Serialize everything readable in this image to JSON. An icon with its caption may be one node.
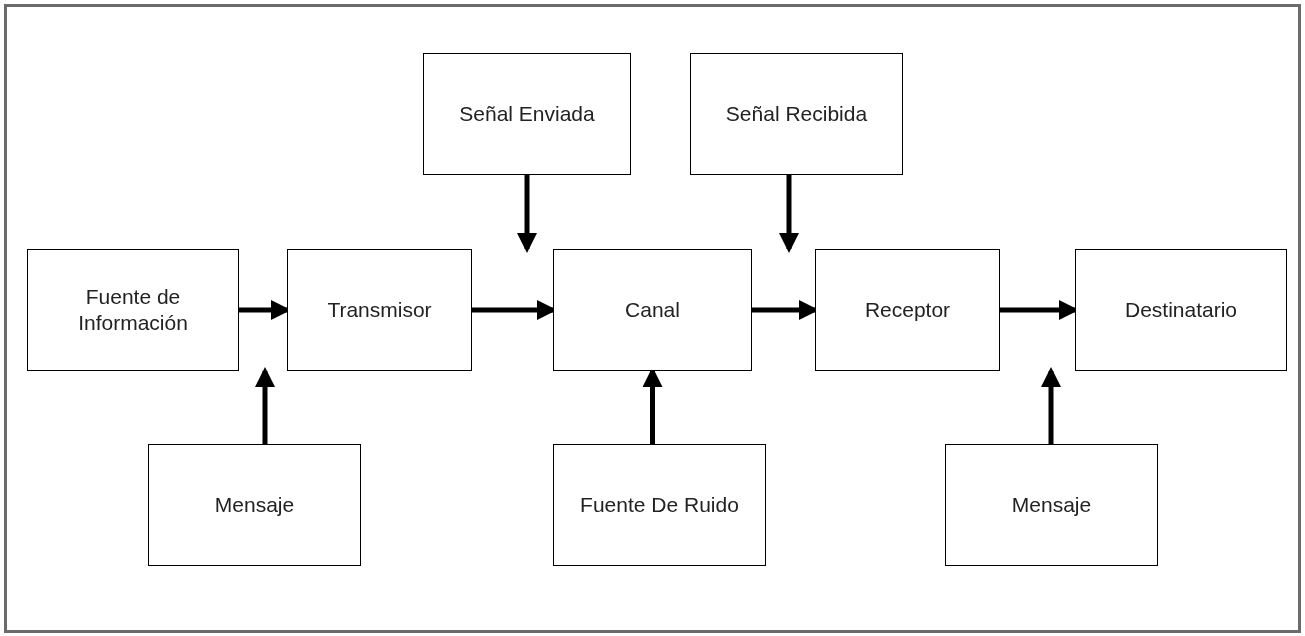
{
  "diagram": {
    "nodes": [
      {
        "text": [
          "Señal Enviada"
        ]
      },
      {
        "text": [
          "Señal Recibida"
        ]
      },
      {
        "text": [
          "Fuente de Información"
        ]
      },
      {
        "text": [
          "Transmisor"
        ]
      },
      {
        "text": [
          "Canal"
        ]
      },
      {
        "text": [
          "Receptor"
        ]
      },
      {
        "text": [
          "Destinatario"
        ]
      },
      {
        "text": [
          "Mensaje"
        ]
      },
      {
        "text": [
          "Fuente De Ruido"
        ]
      },
      {
        "text": [
          "Mensaje"
        ]
      }
    ],
    "edges": [
      {
        "from": 2,
        "to": 3,
        "arrow": "to"
      },
      {
        "from": 3,
        "to": 4,
        "arrow": "to"
      },
      {
        "from": 4,
        "to": 5,
        "arrow": "to"
      },
      {
        "from": 5,
        "to": 6,
        "arrow": "to"
      },
      {
        "from": 0,
        "to": 4,
        "arrow": "to"
      },
      {
        "from": 1,
        "to": 5,
        "arrow": "to"
      },
      {
        "from": 7,
        "to": 3,
        "arrow": "to"
      },
      {
        "from": 8,
        "to": 4,
        "arrow": "to"
      },
      {
        "from": 9,
        "to": 6,
        "arrow": "to"
      }
    ]
  }
}
